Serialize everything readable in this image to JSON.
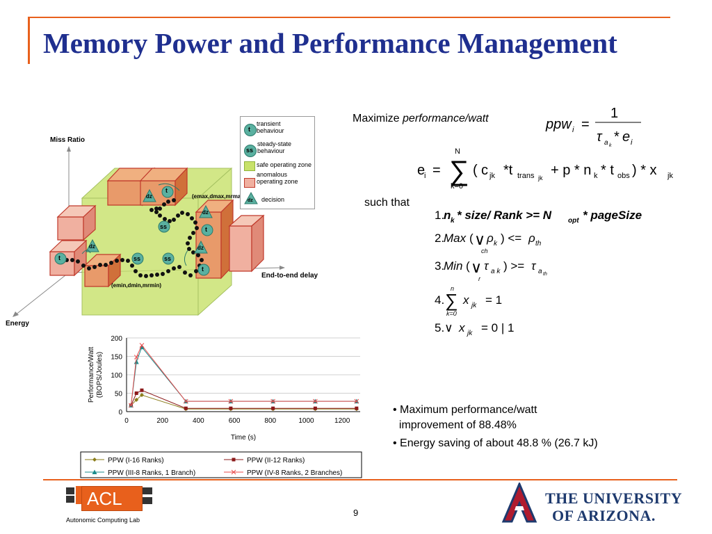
{
  "slide": {
    "title": "Memory Power and Performance Management",
    "page_number": "9",
    "colors": {
      "title": "#1f2f8f",
      "accent_orange": "#e8601c",
      "box_red": "#c0392b",
      "safe_green": "#c8e26a"
    }
  },
  "diagram": {
    "axis_miss_ratio": "Miss Ratio",
    "axis_delay": "End-to-end delay",
    "axis_energy": "Energy",
    "point_max": "(emax,dmax,mrmax)",
    "point_min": "(emin,dmin,mrmin)",
    "legend": [
      {
        "symbol": "t",
        "label": "transient behaviour"
      },
      {
        "symbol": "ss",
        "label": "steady-state behaviour"
      },
      {
        "symbol": "",
        "label": "safe operating zone"
      },
      {
        "symbol": "",
        "label": "anomalous operating zone"
      },
      {
        "symbol": "dz",
        "label": "decision"
      }
    ],
    "node_t": "t",
    "node_ss": "ss",
    "node_dz": "dz"
  },
  "math": {
    "maximize_prefix": "Maximize ",
    "maximize_target": "performance/watt",
    "such_that": "such that"
  },
  "results": {
    "bullets": [
      "• Maximum performance/watt",
      "  improvement of 88.48%",
      "• Energy saving of about 48.8 % (26.7 kJ)"
    ]
  },
  "footer": {
    "lab_logo_text": "ACL",
    "lab_name": "Autonomic Computing Lab",
    "university_line1": "THE UNIVERSITY",
    "university_line2": "OF ARIZONA."
  },
  "chart_data": {
    "type": "line",
    "xlabel": "Time (s)",
    "ylabel": "Performance/Watt (BOPS/Joules)",
    "xlim": [
      0,
      1300
    ],
    "ylim": [
      0,
      200
    ],
    "xticks": [
      0,
      200,
      400,
      600,
      800,
      1000,
      1200
    ],
    "yticks": [
      0,
      50,
      100,
      150,
      200
    ],
    "legend_position": "bottom",
    "series": [
      {
        "name": "PPW (I-16 Ranks)",
        "color": "#8b7d1a",
        "marker": "diamond",
        "x": [
          25,
          55,
          85,
          330,
          580,
          815,
          1050,
          1280
        ],
        "y": [
          17,
          32,
          45,
          7,
          7,
          7,
          7,
          7
        ]
      },
      {
        "name": "PPW (II-12 Ranks)",
        "color": "#8b1a1a",
        "marker": "square",
        "x": [
          25,
          55,
          85,
          330,
          580,
          815,
          1050,
          1280
        ],
        "y": [
          17,
          50,
          58,
          9,
          9,
          9,
          9,
          9
        ]
      },
      {
        "name": "PPW (III-8 Ranks, 1 Branch)",
        "color": "#1a8b8b",
        "marker": "triangle",
        "x": [
          25,
          55,
          85,
          330,
          580,
          815,
          1050,
          1280
        ],
        "y": [
          17,
          135,
          175,
          28,
          28,
          28,
          28,
          28
        ]
      },
      {
        "name": "PPW (IV-8 Ranks, 2 Branches)",
        "color": "#e84a4a",
        "marker": "x",
        "x": [
          25,
          55,
          85,
          330,
          580,
          815,
          1050,
          1280
        ],
        "y": [
          17,
          148,
          180,
          28,
          28,
          28,
          28,
          28
        ]
      }
    ]
  }
}
